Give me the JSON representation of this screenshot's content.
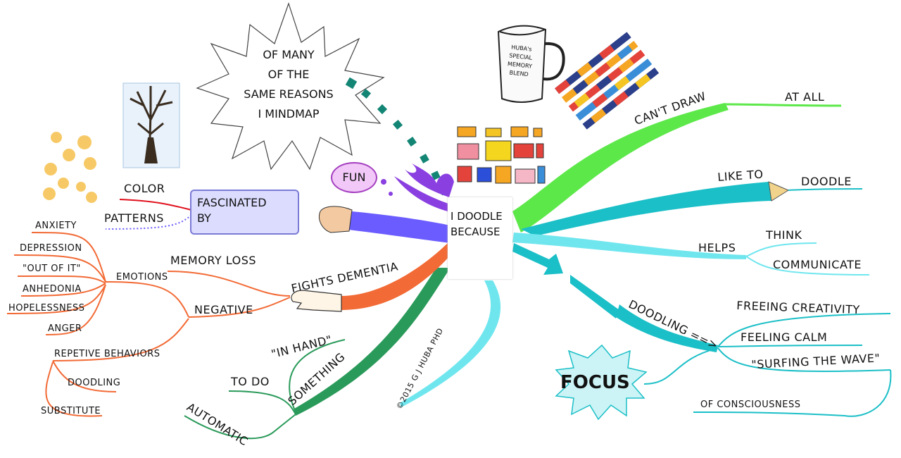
{
  "title": "I DOODLE BECAUSE",
  "center": {
    "label": "I DOODLE BECAUSE"
  },
  "star_callout": "OF MANY\nOF THE\nSAME REASONS\nI MINDMAP",
  "mug_label": "HUBA's\nSPECIAL\nMEMORY\nBLEND",
  "fun_label": "FUN",
  "copyright": "©2015  G J HUBA PHD",
  "colors": {
    "green": "#5de84a",
    "teal": "#1bbfc7",
    "light_teal": "#6fe6ee",
    "purple": "#6b5cff",
    "orange": "#f26a35",
    "dark_green": "#2a9a5a",
    "splash": "#8a3fe0"
  },
  "branches": {
    "cant_draw": {
      "label": "CAN'T DRAW",
      "child": "AT ALL"
    },
    "like_to": {
      "label": "LIKE TO",
      "child": "DOODLE"
    },
    "helps": {
      "label": "HELPS",
      "children": [
        "THINK",
        "COMMUNICATE"
      ]
    },
    "doodling": {
      "label": "DOODLING ==>",
      "children": [
        "FREEING CREATIVITY",
        "FEELING CALM",
        "\"SURFING THE WAVE\"",
        "OF CONSCIOUSNESS"
      ],
      "focus": "FOCUS"
    },
    "fascinated": {
      "label": "FASCINATED\nBY",
      "children": [
        "COLOR",
        "PATTERNS"
      ]
    },
    "fights_dementia": {
      "label": "FIGHTS DEMENTIA",
      "children": [
        "MEMORY LOSS",
        "NEGATIVE"
      ],
      "negative": {
        "children": [
          "EMOTIONS",
          "REPETIVE BEHAVIORS"
        ],
        "emotions": [
          "ANXIETY",
          "DEPRESSION",
          "\"OUT OF IT\"",
          "ANHEDONIA",
          "HOPELESSNESS",
          "ANGER"
        ],
        "repetive": [
          "DOODLING",
          "SUBSTITUTE"
        ]
      }
    },
    "something": {
      "label": "SOMETHING",
      "children": [
        "\"IN HAND\"",
        "TO DO"
      ],
      "extra": "AUTOMATIC"
    }
  }
}
